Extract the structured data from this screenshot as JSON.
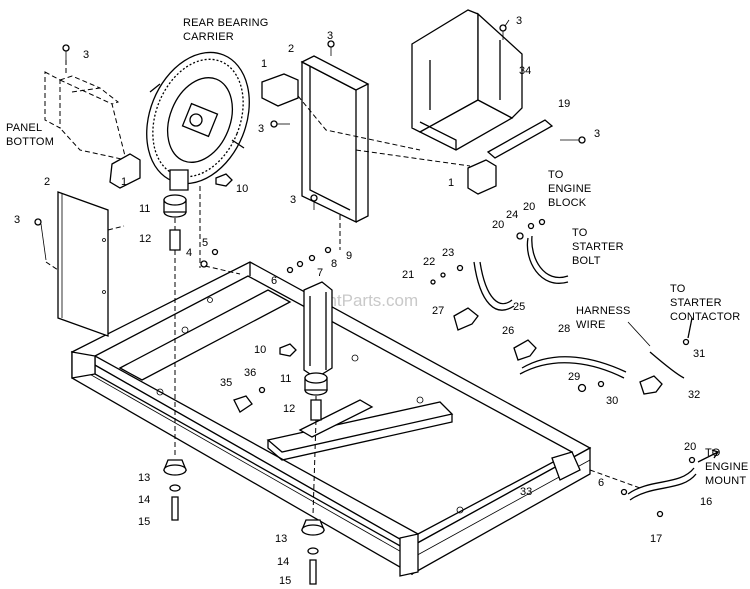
{
  "captions": {
    "rear_bearing_carrier": [
      "REAR BEARING",
      "CARRIER"
    ],
    "panel_bottom": [
      "PANEL",
      "BOTTOM"
    ],
    "to_engine_block": [
      "TO",
      "ENGINE",
      "BLOCK"
    ],
    "to_starter_bolt": [
      "TO",
      "STARTER",
      "BOLT"
    ],
    "harness_wire": [
      "HARNESS",
      "WIRE"
    ],
    "to_starter_contactor": [
      "TO",
      "STARTER",
      "CONTACTOR"
    ],
    "to_engine_mount": [
      "TO",
      "ENGINE",
      "MOUNT"
    ]
  },
  "watermark": "eReplacementParts.com",
  "callouts": {
    "c3a": "3",
    "c3b": "3",
    "c3c": "3",
    "c3d": "3",
    "c3e": "3",
    "c3f": "3",
    "c2a": "2",
    "c2b": "2",
    "c1a": "1",
    "c1b": "1",
    "c1c": "1",
    "c34": "34",
    "c19": "19",
    "c10a": "10",
    "c10b": "10",
    "c11a": "11",
    "c11b": "11",
    "c12a": "12",
    "c12b": "12",
    "c4": "4",
    "c5": "5",
    "c6a": "6",
    "c6b": "6",
    "c7": "7",
    "c8": "8",
    "c9": "9",
    "c13a": "13",
    "c13b": "13",
    "c14a": "14",
    "c14b": "14",
    "c15a": "15",
    "c15b": "15",
    "c16": "16",
    "c17": "17",
    "c20a": "20",
    "c20b": "20",
    "c20c": "20",
    "c21": "21",
    "c22": "22",
    "c23": "23",
    "c24": "24",
    "c25": "25",
    "c26": "26",
    "c27": "27",
    "c28": "28",
    "c29": "29",
    "c30": "30",
    "c31": "31",
    "c32": "32",
    "c33": "33",
    "c35": "35",
    "c36": "36"
  }
}
